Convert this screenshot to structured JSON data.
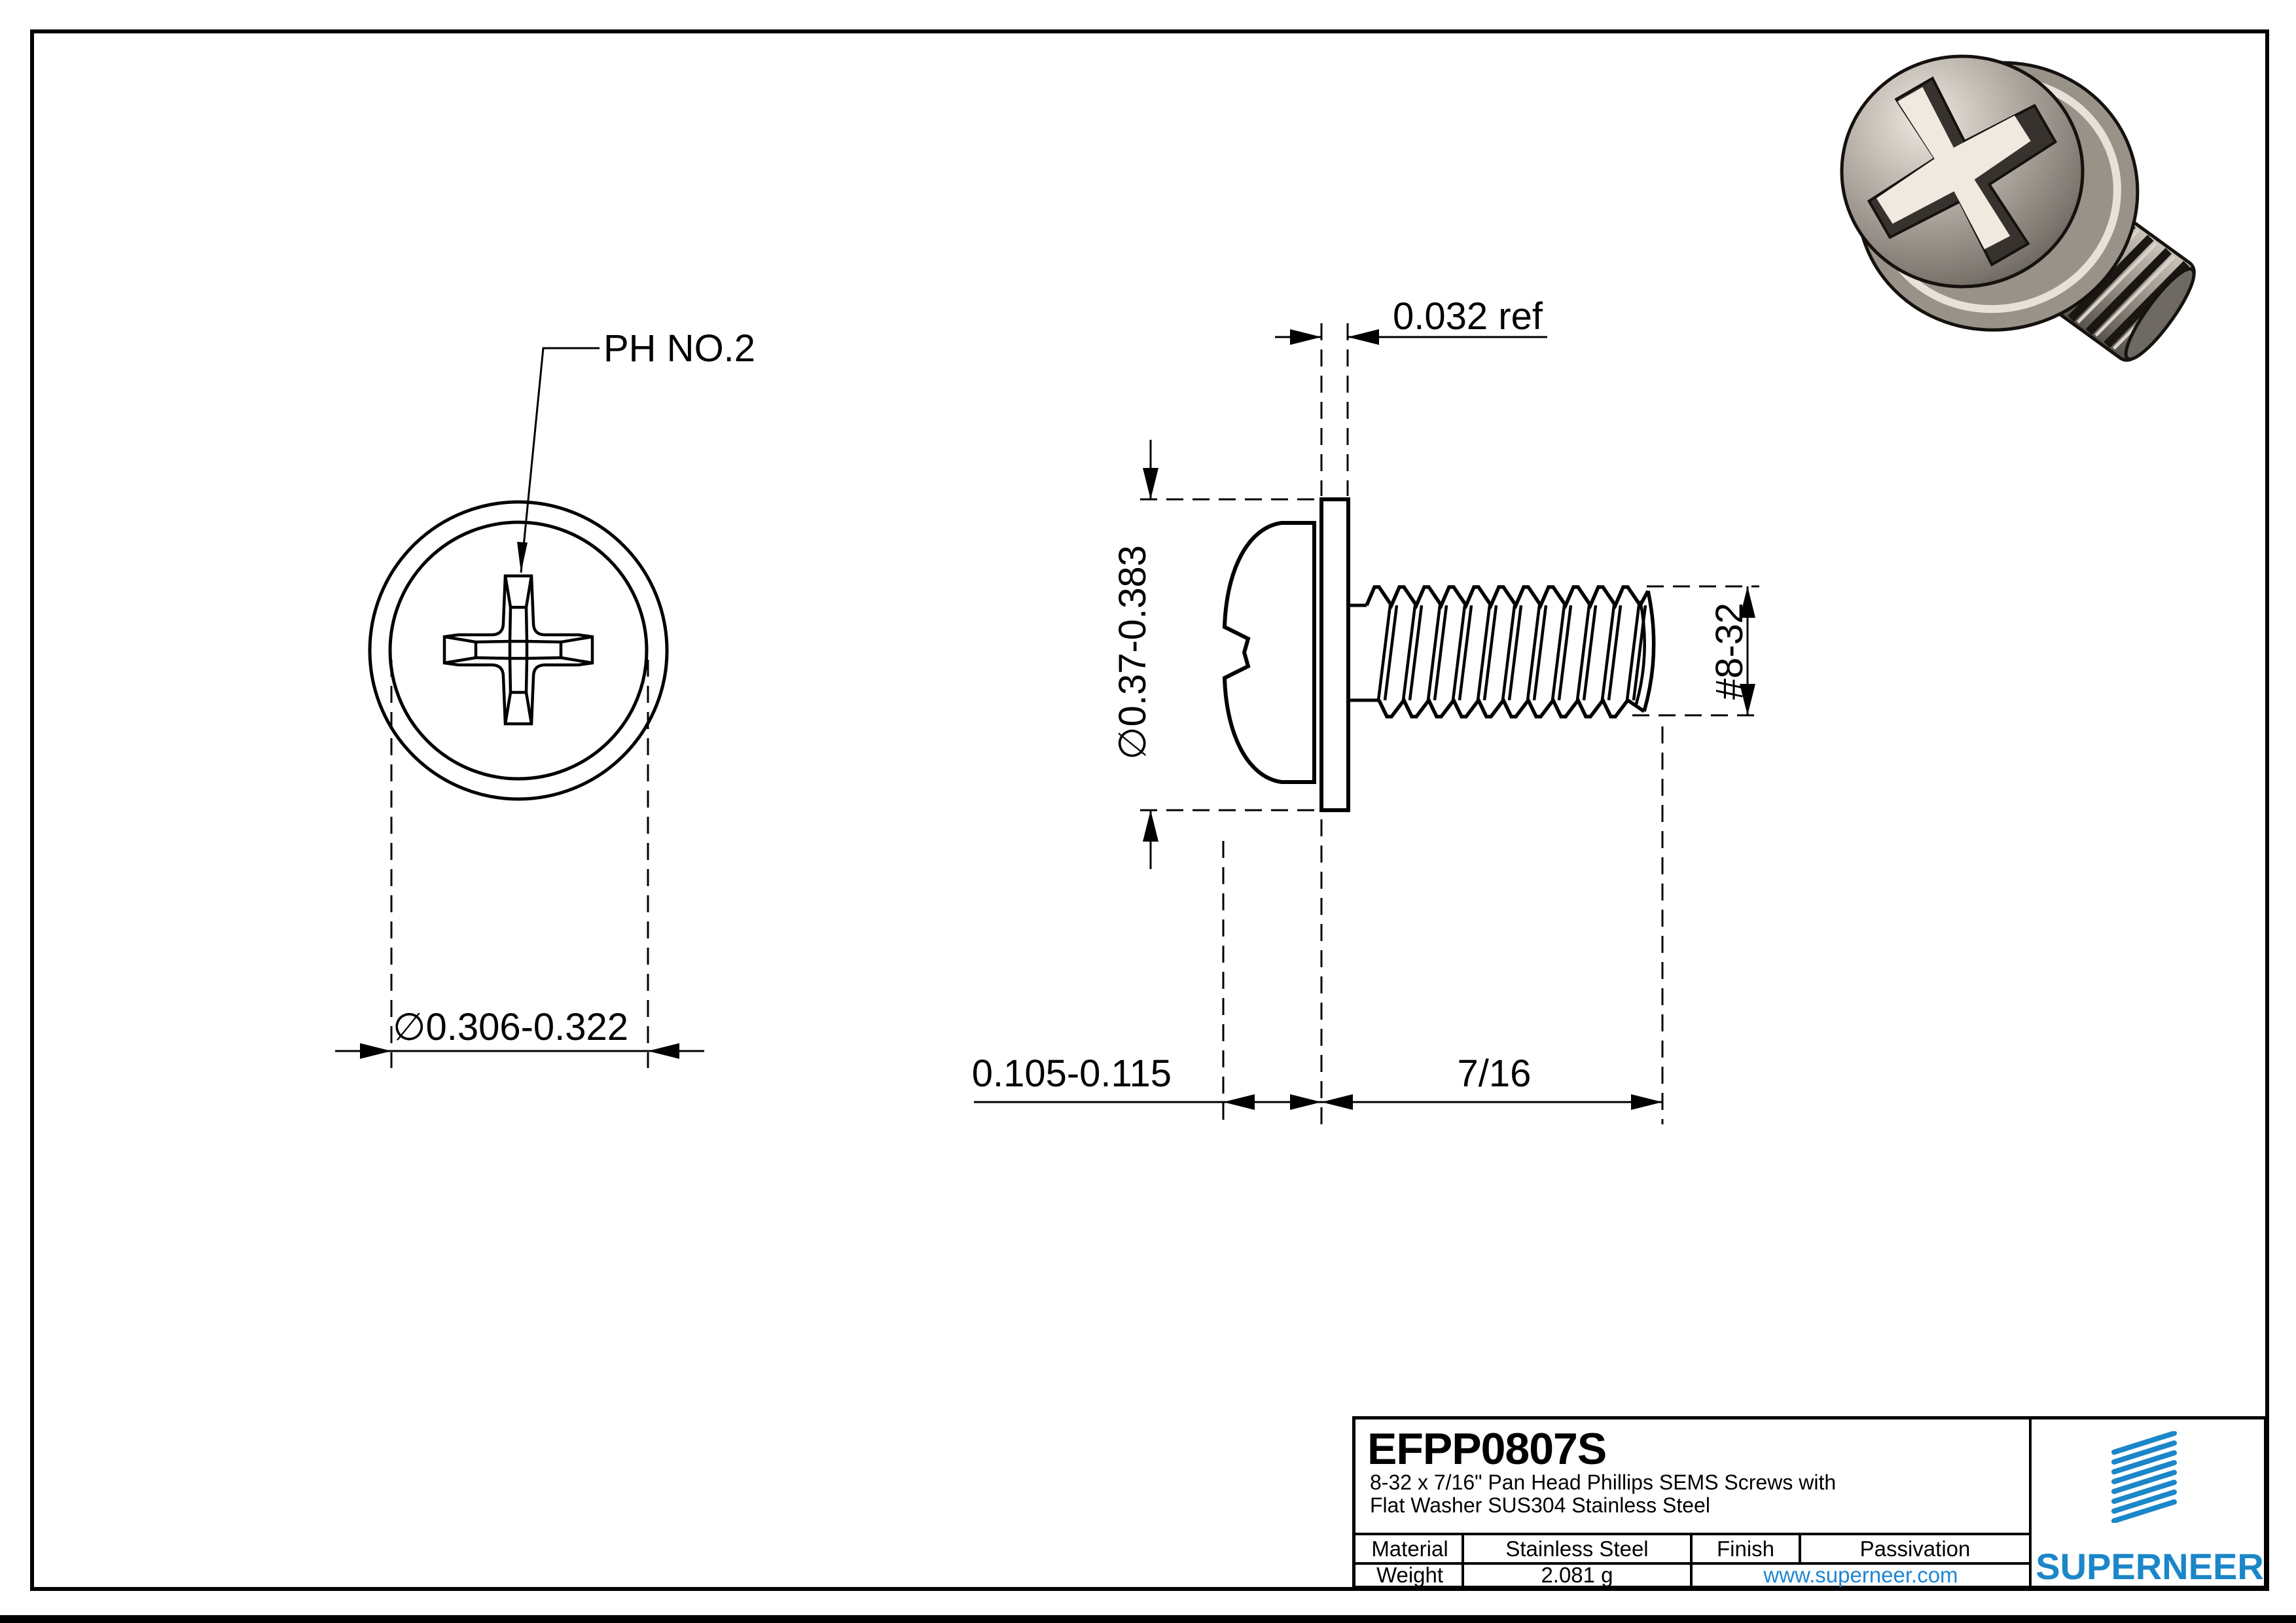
{
  "sheet": {
    "background": "#ffffff",
    "line_color": "#000000"
  },
  "front_view": {
    "callout": "PH NO.2",
    "head_diameter": "∅0.306-0.322"
  },
  "side_view": {
    "washer_thickness": "0.032 ref",
    "washer_od": "∅0.37-0.383",
    "head_height": "0.105-0.115",
    "thread_length": "7/16",
    "thread_size": "#8-32"
  },
  "title_block": {
    "part_number": "EFPP0807S",
    "description_line1": "8-32 x 7/16\" Pan Head Phillips SEMS Screws with",
    "description_line2": "Flat Washer SUS304 Stainless Steel",
    "material_label": "Material",
    "material_value": "Stainless Steel",
    "finish_label": "Finish",
    "finish_value": "Passivation",
    "weight_label": "Weight",
    "weight_value": "2.081 g",
    "website": "www.superneer.com",
    "brand_name": "SUPERNEER",
    "brand_color": "#1b86c8",
    "link_color": "#1f86d4"
  }
}
